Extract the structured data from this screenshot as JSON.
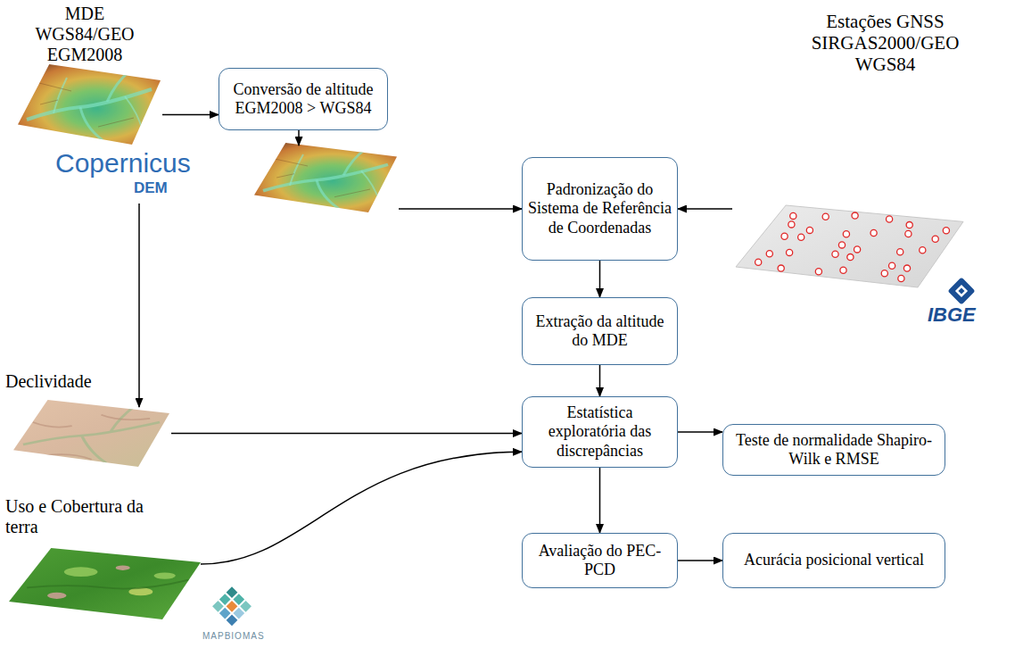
{
  "diagram": {
    "nodes": [
      {
        "text": [
          "MDE WGS84/GEO EGM2008"
        ]
      },
      {
        "text": [
          "Conversão de altitude EGM2008 > WGS84"
        ]
      },
      {
        "text": []
      },
      {
        "text": [
          "Padronização do Sistema de Referência de Coordenadas"
        ]
      },
      {
        "text": [
          "Estações GNSS SIRGAS2000/GEO WGS84"
        ]
      },
      {
        "text": [
          "Extração da altitude do MDE"
        ]
      },
      {
        "text": [
          "Declividade"
        ]
      },
      {
        "text": [
          "Estatística exploratória das discrepâncias"
        ]
      },
      {
        "text": [
          "Teste de normalidade Shapiro-Wilk e RMSE"
        ]
      },
      {
        "text": [
          "Uso e Cobertura da terra"
        ]
      },
      {
        "text": [
          "Avaliação do PEC-PCD"
        ]
      },
      {
        "text": [
          "Acurácia posicional vertical"
        ]
      }
    ],
    "edges": [
      {
        "from": 0,
        "to": 1,
        "arrow": "to"
      },
      {
        "from": 1,
        "to": 2,
        "arrow": "to"
      },
      {
        "from": 2,
        "to": 3,
        "arrow": "to"
      },
      {
        "from": 4,
        "to": 3,
        "arrow": "to"
      },
      {
        "from": 0,
        "to": 6,
        "arrow": "to"
      },
      {
        "from": 3,
        "to": 5,
        "arrow": "to"
      },
      {
        "from": 5,
        "to": 7,
        "arrow": "to"
      },
      {
        "from": 6,
        "to": 7,
        "arrow": "to"
      },
      {
        "from": 9,
        "to": 7,
        "arrow": "to"
      },
      {
        "from": 7,
        "to": 8,
        "arrow": "to"
      },
      {
        "from": 7,
        "to": 10,
        "arrow": "to"
      },
      {
        "from": 10,
        "to": 11,
        "arrow": "to"
      }
    ],
    "labels": [
      "Copernicus",
      "DEM",
      "IBGE",
      "MAPBIOMAS"
    ]
  }
}
